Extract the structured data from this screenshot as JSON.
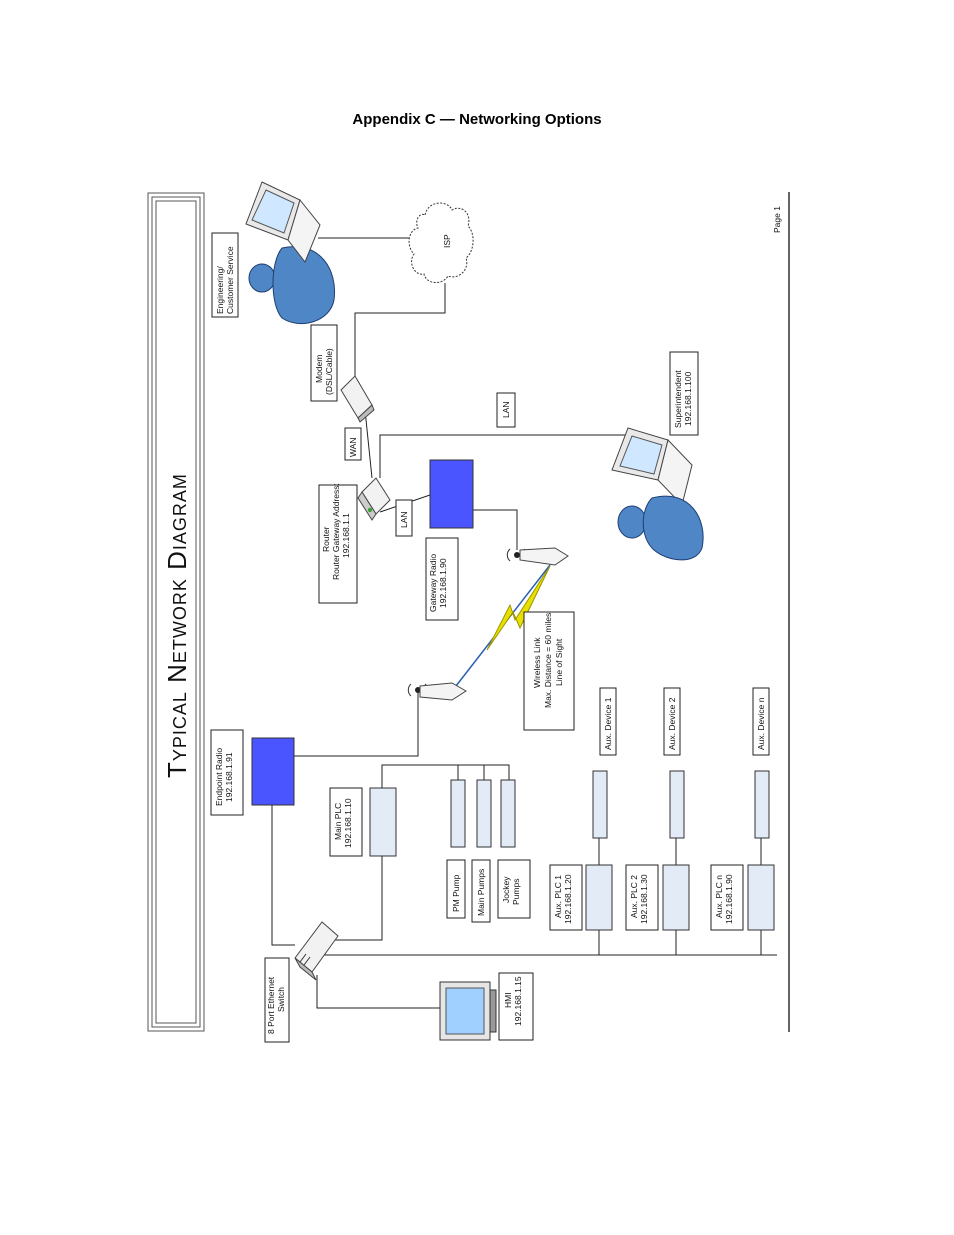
{
  "header": {
    "title": "Appendix C — Networking Options"
  },
  "diagram": {
    "title": "Typical Network Diagram",
    "page": "Page 1",
    "labels": {
      "engineering": [
        "Engineering/",
        "Customer Service"
      ],
      "isp": "ISP",
      "modem": [
        "Modem",
        "(DSL/Cable)"
      ],
      "wan": "WAN",
      "lan_top": "LAN",
      "lan_router": "LAN",
      "router": [
        "Router",
        "Router Gateway Address:",
        "192.168.1.1"
      ],
      "gateway_radio": [
        "Gateway Radio",
        "192.168.1.90"
      ],
      "superintendent": [
        "Superintendent",
        "192.168.1.100"
      ],
      "wireless_link": [
        "Wireless Link",
        "Max. Distance = 60 miles",
        "Line of Sight"
      ],
      "endpoint_radio": [
        "Endpoint Radio",
        "192.168.1.91"
      ],
      "main_plc": [
        "Main PLC",
        "192.168.1.10"
      ],
      "pm_pump": "PM Pump",
      "main_pumps": "Main Pumps",
      "jockey_pumps": [
        "Jockey",
        "Pumps"
      ],
      "aux_device_1": "Aux. Device 1",
      "aux_device_2": "Aux. Device 2",
      "aux_device_n": "Aux. Device n",
      "aux_plc_1": [
        "Aux. PLC 1",
        "192.168.1.20"
      ],
      "aux_plc_2": [
        "Aux. PLC 2",
        "192.168.1.30"
      ],
      "aux_plc_n": [
        "Aux. PLC n",
        "192.168.1.90"
      ],
      "switch": [
        "8 Port Ethernet",
        "Switch"
      ],
      "hmi": [
        "HMI",
        "192.168.1.15"
      ]
    },
    "colors": {
      "radio": "#4b55ff",
      "plc": "#e3ebf7",
      "person": "#4f86c6",
      "screen": "#9fd0ff",
      "lightning": "#e8e000"
    }
  }
}
